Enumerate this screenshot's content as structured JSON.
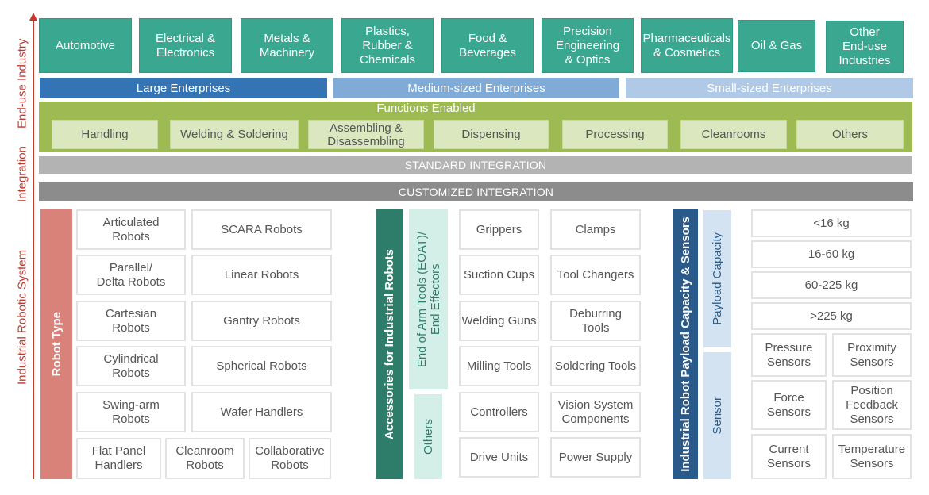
{
  "axis": {
    "labels": [
      "End-use Industry",
      "Integration",
      "Industrial Robotic System"
    ],
    "color": "#c0392b"
  },
  "industries": [
    "Automotive",
    "Electrical &\nElectronics",
    "Metals &\nMachinery",
    "Plastics,\nRubber &\nChemicals",
    "Food &\nBeverages",
    "Precision\nEngineering\n& Optics",
    "Pharmaceuticals\n& Cosmetics",
    "Oil & Gas",
    "Other\nEnd-use\nIndustries"
  ],
  "enterprises": [
    {
      "label": "Large Enterprises",
      "color": "#3474b4"
    },
    {
      "label": "Medium-sized Enterprises",
      "color": "#80abd6"
    },
    {
      "label": "Small-sized Enterprises",
      "color": "#afc9e6"
    }
  ],
  "functions": {
    "title": "Functions Enabled",
    "items": [
      "Handling",
      "Welding & Soldering",
      "Assembling &\nDisassembling",
      "Dispensing",
      "Processing",
      "Cleanrooms",
      "Others"
    ]
  },
  "integration": {
    "standard": "STANDARD INTEGRATION",
    "customized": "CUSTOMIZED INTEGRATION"
  },
  "robot_type": {
    "title": "Robot Type",
    "color": "#d9827a",
    "rows": [
      [
        "Articulated\nRobots",
        "SCARA Robots"
      ],
      [
        "Parallel/\nDelta Robots",
        "Linear Robots"
      ],
      [
        "Cartesian\nRobots",
        "Gantry Robots"
      ],
      [
        "Cylindrical\nRobots",
        "Spherical Robots"
      ],
      [
        "Swing-arm\nRobots",
        "Wafer Handlers"
      ],
      [
        "Flat Panel\nHandlers",
        "Cleanroom\nRobots",
        "Collaborative\nRobots"
      ]
    ]
  },
  "accessories": {
    "title": "Accessories for Industrial Robots",
    "color": "#2e7d6b",
    "eoat_label": "End of Arm Tools (EOAT)/\nEnd Effectors",
    "others_label": "Others",
    "rows": [
      [
        "Grippers",
        "Clamps"
      ],
      [
        "Suction Cups",
        "Tool Changers"
      ],
      [
        "Welding Guns",
        "Deburring\nTools"
      ],
      [
        "Milling Tools",
        "Soldering Tools"
      ],
      [
        "Controllers",
        "Vision System\nComponents"
      ],
      [
        "Drive Units",
        "Power Supply"
      ]
    ]
  },
  "payload_sensors": {
    "title": "Industrial Robot Payload Capacity & Sensors",
    "color": "#2a5a8a",
    "payload_label": "Payload Capacity",
    "sensor_label": "Sensor",
    "payloads": [
      "<16 kg",
      "16-60 kg",
      "60-225 kg",
      ">225 kg"
    ],
    "sensors": [
      [
        "Pressure\nSensors",
        "Proximity\nSensors"
      ],
      [
        "Force\nSensors",
        "Position\nFeedback\nSensors"
      ],
      [
        "Current\nSensors",
        "Temperature\nSensors"
      ]
    ]
  }
}
